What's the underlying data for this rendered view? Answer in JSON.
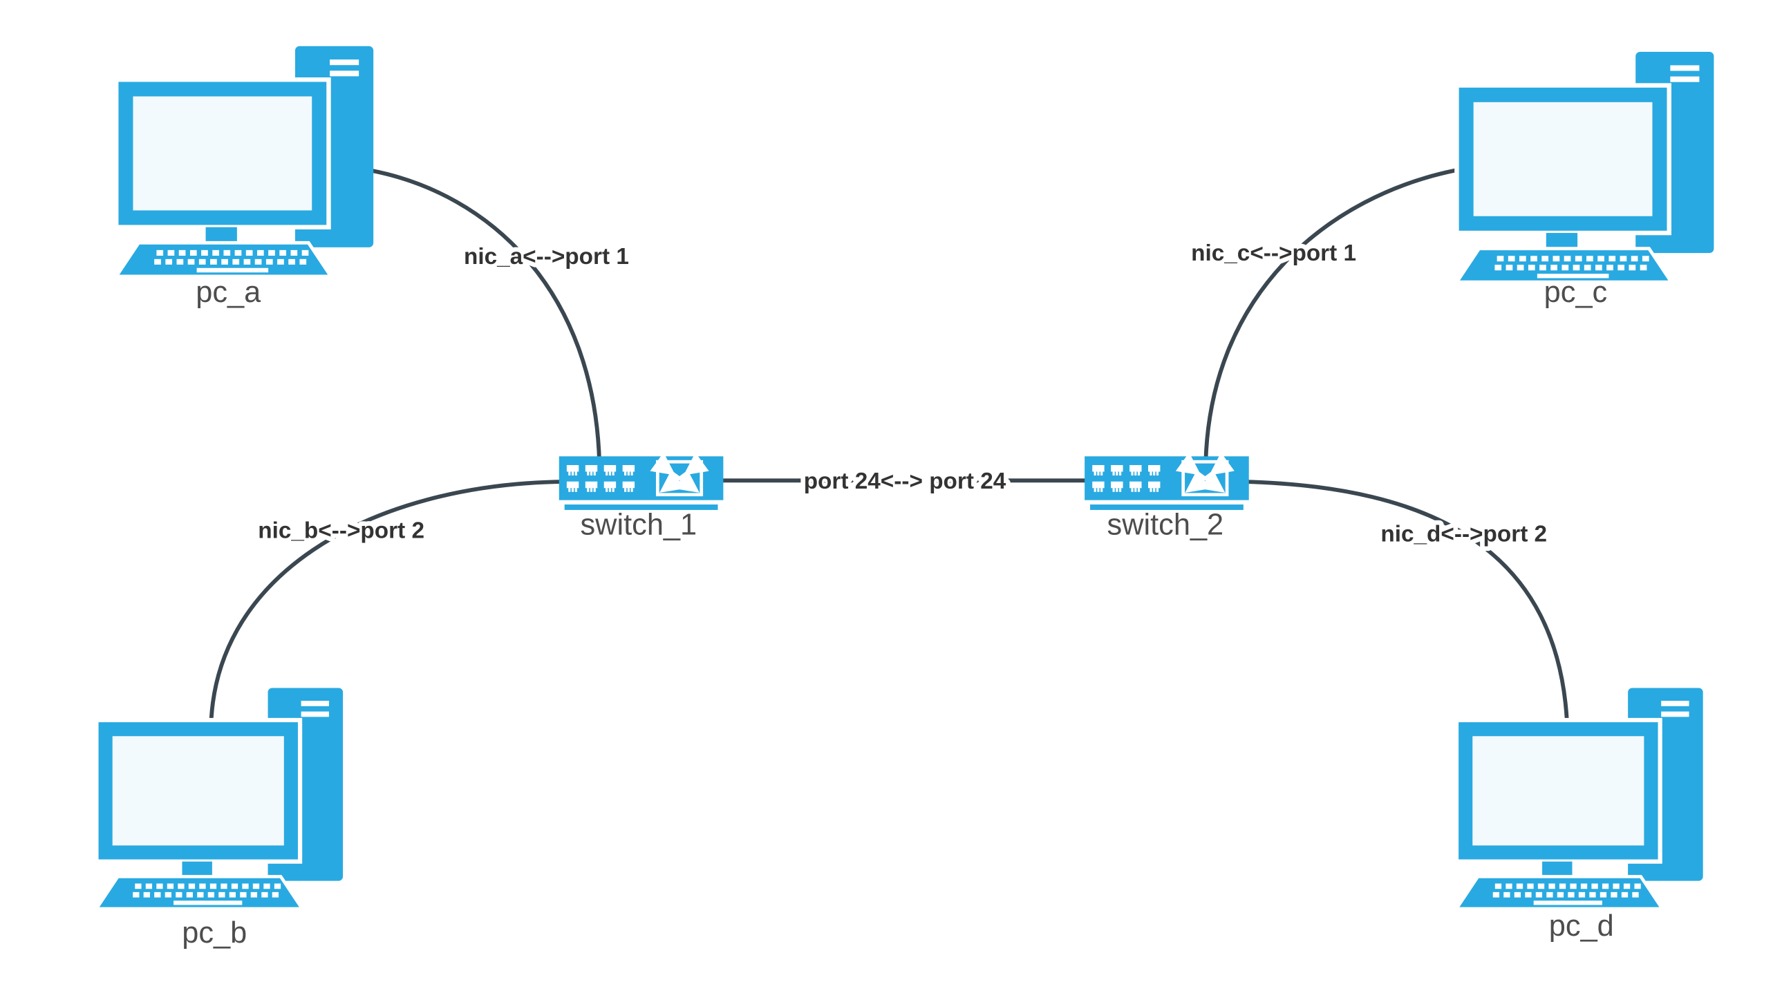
{
  "diagram": {
    "colors": {
      "accent": "#29A9E1",
      "screen": "#F2FAFD",
      "line": "#3A4750",
      "node_label": "#4D4D4D",
      "edge_label": "#333333",
      "background": "#FFFFFF"
    },
    "nodes": {
      "pc_a": {
        "label": "pc_a",
        "type": "desktop-pc"
      },
      "pc_b": {
        "label": "pc_b",
        "type": "desktop-pc"
      },
      "pc_c": {
        "label": "pc_c",
        "type": "desktop-pc"
      },
      "pc_d": {
        "label": "pc_d",
        "type": "desktop-pc"
      },
      "switch_1": {
        "label": "switch_1",
        "type": "network-switch"
      },
      "switch_2": {
        "label": "switch_2",
        "type": "network-switch"
      }
    },
    "edges": [
      {
        "from": "pc_a",
        "to": "switch_1",
        "label": "nic_a<-->port 1"
      },
      {
        "from": "pc_b",
        "to": "switch_1",
        "label": "nic_b<-->port 2"
      },
      {
        "from": "switch_1",
        "to": "switch_2",
        "label": "port 24<--> port 24"
      },
      {
        "from": "pc_c",
        "to": "switch_2",
        "label": "nic_c<-->port 1"
      },
      {
        "from": "switch_2",
        "to": "pc_d",
        "label": "nic_d<-->port 2"
      }
    ]
  }
}
